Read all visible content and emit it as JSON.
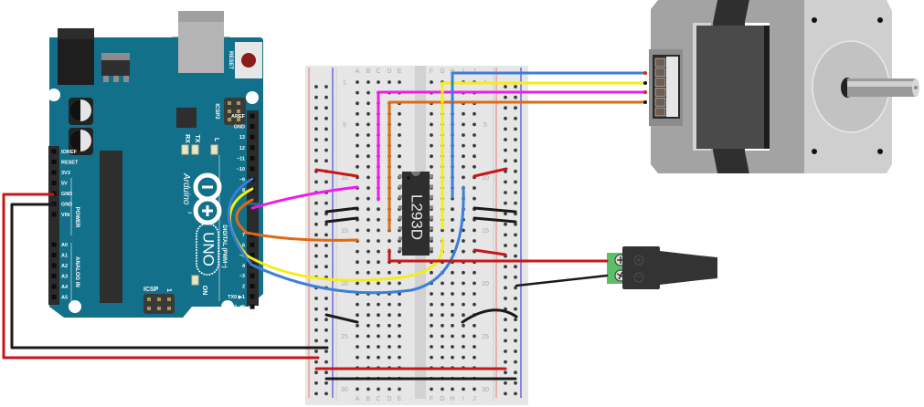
{
  "diagram": {
    "title": "Arduino UNO + L293D stepper motor wiring",
    "colors": {
      "board": "#12708a",
      "breadboard": "#e6e6e6",
      "rail_red": "#ef5a5a",
      "rail_blue": "#2a2ad8",
      "wire_red": "#c8171a",
      "wire_black": "#1a1a1a",
      "wire_magenta": "#ee1ce8",
      "wire_orange": "#e06a12",
      "wire_yellow": "#f5ee12",
      "wire_blue": "#3b7fd6",
      "terminal_green": "#5bbf6a"
    },
    "arduino": {
      "brand": "Arduino",
      "model": "UNO",
      "tm": "™",
      "reset_label": "RESET",
      "icsp_label": "ICSP",
      "icsp2_label": "ICSP2",
      "icsp_pin1": "1",
      "led_rx": "RX",
      "led_tx": "TX",
      "led_l": "L",
      "led_on": "ON",
      "power_group": "POWER",
      "analog_group": "ANALOG IN",
      "digital_group": "DIGITAL (PWM~)",
      "power_pins": [
        "IOREF",
        "RESET",
        "3V3",
        "5V",
        "GND",
        "GND",
        "VIN"
      ],
      "analog_pins": [
        "A0",
        "A1",
        "A2",
        "A3",
        "A4",
        "A5"
      ],
      "digital_top": [
        "AREF",
        "GND",
        "13",
        "12",
        "~11",
        "~10",
        "~9",
        "8"
      ],
      "digital_bottom": [
        "7",
        "6",
        "~5",
        "4",
        "~3",
        "2",
        "TX0 ▶1",
        "RX0 ◀0"
      ]
    },
    "breadboard": {
      "columns_left": [
        "A",
        "B",
        "C",
        "D",
        "E"
      ],
      "columns_right": [
        "F",
        "G",
        "H",
        "I",
        "J"
      ],
      "row_numbers": [
        "1",
        "5",
        "10",
        "15",
        "20",
        "25",
        "30"
      ]
    },
    "chip": {
      "label": "L293D"
    },
    "motor": {
      "name": "Stepper motor",
      "wire_count": 4
    },
    "dc_jack": {
      "name": "DC barrel jack adapter",
      "plus": "+",
      "minus": "−"
    },
    "connections": [
      {
        "from": "Arduino 5V",
        "to": "Breadboard + rail",
        "color": "red"
      },
      {
        "from": "Arduino GND",
        "to": "Breadboard − rail",
        "color": "black"
      },
      {
        "from": "Arduino pin 8",
        "to": "L293D",
        "color": "magenta"
      },
      {
        "from": "Arduino pin 9",
        "to": "L293D",
        "color": "orange"
      },
      {
        "from": "Arduino pin 10",
        "to": "L293D",
        "color": "yellow"
      },
      {
        "from": "Arduino pin 11",
        "to": "L293D",
        "color": "blue"
      },
      {
        "from": "L293D outputs",
        "to": "Stepper motor",
        "color": "blue/yellow/magenta/orange"
      },
      {
        "from": "DC jack +",
        "to": "L293D",
        "color": "red"
      },
      {
        "from": "DC jack −",
        "to": "Breadboard GND",
        "color": "black"
      }
    ]
  }
}
